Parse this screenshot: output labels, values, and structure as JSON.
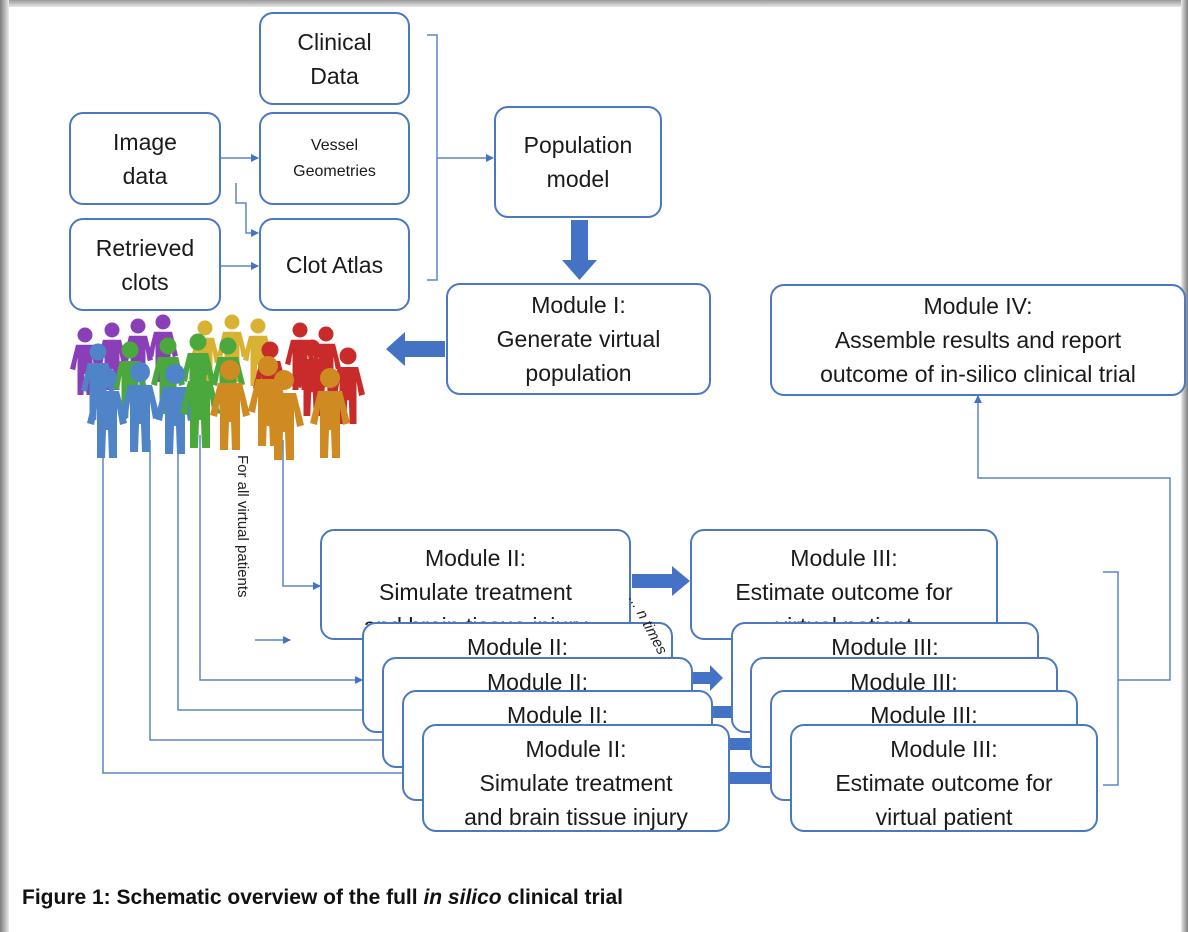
{
  "diagram": {
    "clinical_data": [
      "Clinical",
      "Data"
    ],
    "image_data": [
      "Image",
      "data"
    ],
    "vessel_geometries": [
      "Vessel",
      "Geometries"
    ],
    "population_model": [
      "Population",
      "model"
    ],
    "retrieved_clots": [
      "Retrieved",
      "clots"
    ],
    "clot_atlas": [
      "Clot Atlas"
    ],
    "module1": [
      "Module I:",
      "Generate virtual",
      "population"
    ],
    "module4": [
      "Module IV:",
      "Assemble results and report",
      "outcome of in-silico clinical trial"
    ],
    "module2_title": "Module II:",
    "module2_lines": [
      "Simulate treatment",
      "and brain tissue injury"
    ],
    "module3_title": "Module III:",
    "module3_lines": [
      "Estimate outcome for",
      "virtual patient"
    ],
    "loop_label": "For all virtual patients",
    "repeat_label": "... n times"
  },
  "caption": {
    "prefix": "Figure 1: Schematic overview of the full ",
    "italic": "in silico",
    "suffix": " clinical  trial"
  },
  "colors": {
    "box_border": "#4a78c2",
    "arrow": "#4472c4",
    "figures": [
      "#8a3fb8",
      "#4f84c9",
      "#4aa83c",
      "#d9b233",
      "#c92b2b",
      "#d08a22"
    ]
  }
}
